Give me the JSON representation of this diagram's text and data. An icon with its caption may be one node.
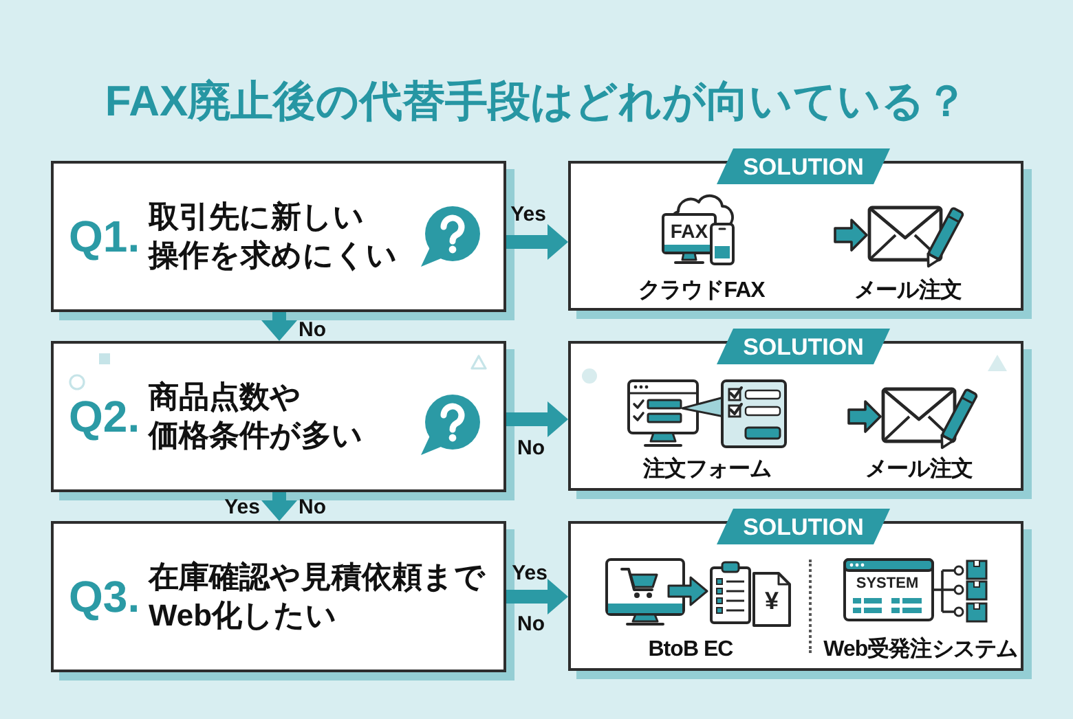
{
  "diagram": {
    "title": "FAX廃止後の代替手段はどれが向いている？",
    "nodes": [
      {
        "text": [
          "Q1.",
          "取引先に新しい操作を求めにくい"
        ]
      },
      {
        "text": [
          "SOLUTION",
          "クラウドFAX",
          "メール注文"
        ]
      },
      {
        "text": [
          "Q2.",
          "商品点数や価格条件が多い"
        ]
      },
      {
        "text": [
          "SOLUTION",
          "注文フォーム",
          "メール注文"
        ]
      },
      {
        "text": [
          "Q3.",
          "在庫確認や見積依頼までWeb化したい"
        ]
      },
      {
        "text": [
          "SOLUTION",
          "BtoB EC",
          "Web受発注システム"
        ]
      }
    ],
    "edges": [
      {
        "from": 0,
        "to": 1,
        "arrow": "to",
        "label": "Yes"
      },
      {
        "from": 0,
        "to": 2,
        "arrow": "to",
        "label": "No"
      },
      {
        "from": 2,
        "to": 3,
        "arrow": "to",
        "label": "No"
      },
      {
        "from": 2,
        "to": 4,
        "arrow": "to",
        "label": "Yes"
      },
      {
        "from": 4,
        "to": 5,
        "arrow": "to",
        "label": "Yes"
      }
    ],
    "labels": [
      "FAX",
      "No",
      "¥",
      "SYSTEM",
      "No"
    ]
  }
}
